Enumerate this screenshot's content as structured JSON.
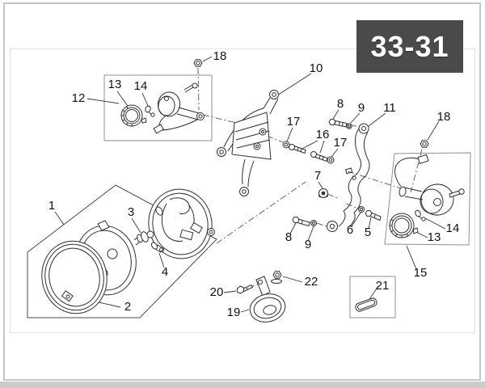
{
  "badge": {
    "label": "33-31"
  },
  "colors": {
    "badge_bg": "#4a4a4a",
    "badge_fg": "#ffffff",
    "line": "#2e2e2e"
  },
  "callouts": [
    {
      "num": "18"
    },
    {
      "num": "12"
    },
    {
      "num": "13"
    },
    {
      "num": "14"
    },
    {
      "num": "10"
    },
    {
      "num": "8"
    },
    {
      "num": "9"
    },
    {
      "num": "11"
    },
    {
      "num": "18"
    },
    {
      "num": "17"
    },
    {
      "num": "16"
    },
    {
      "num": "17"
    },
    {
      "num": "7"
    },
    {
      "num": "1"
    },
    {
      "num": "3"
    },
    {
      "num": "4"
    },
    {
      "num": "2"
    },
    {
      "num": "8"
    },
    {
      "num": "9"
    },
    {
      "num": "6"
    },
    {
      "num": "5"
    },
    {
      "num": "13"
    },
    {
      "num": "14"
    },
    {
      "num": "15"
    },
    {
      "num": "20"
    },
    {
      "num": "22"
    },
    {
      "num": "19"
    },
    {
      "num": "21"
    }
  ]
}
